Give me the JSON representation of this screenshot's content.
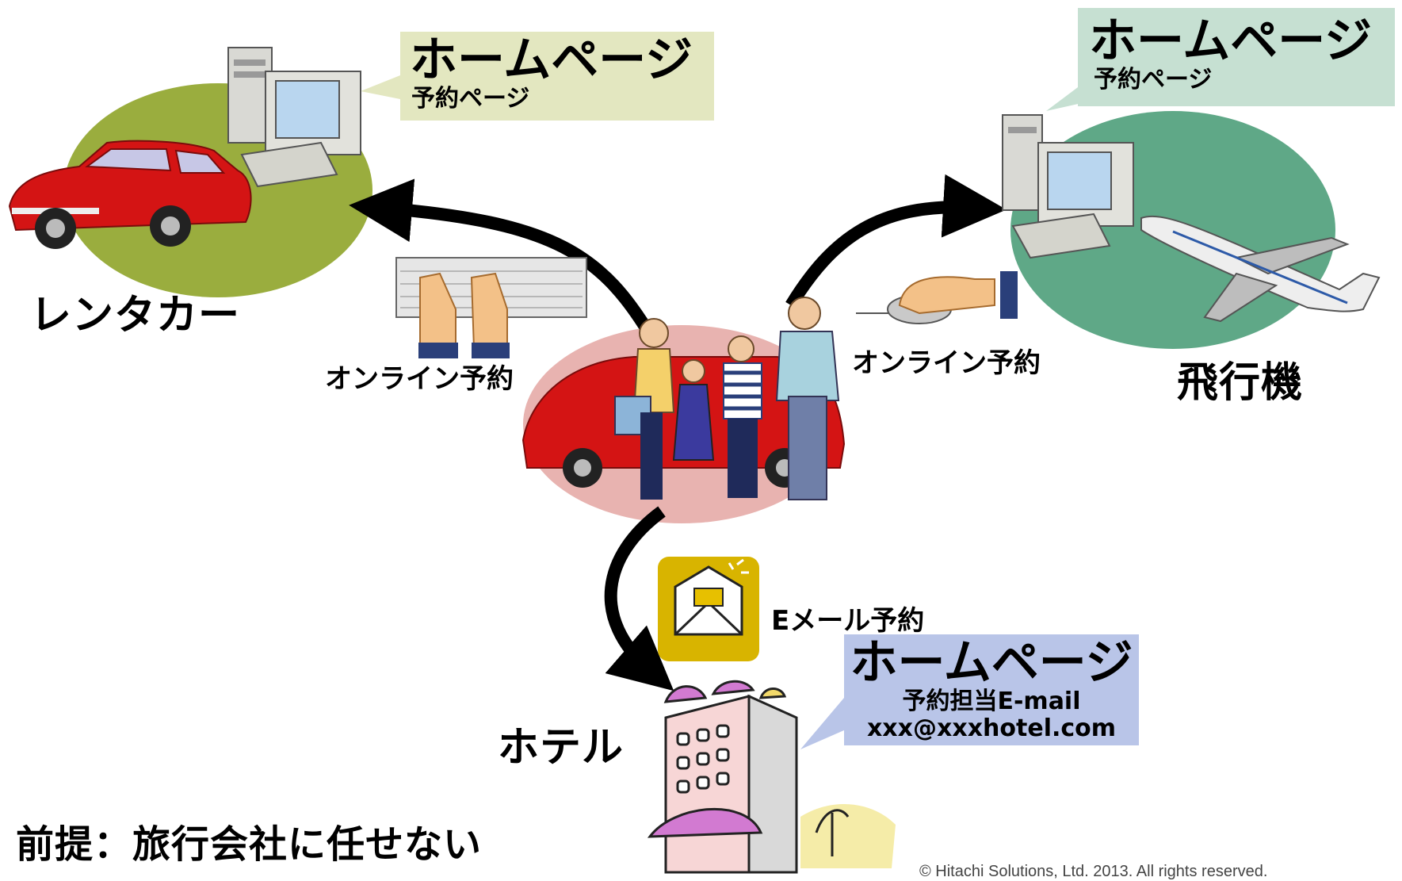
{
  "nodes": {
    "rental_car": {
      "label": "レンタカー",
      "homepage": {
        "title": "ホームページ",
        "subtitle": "予約ページ"
      }
    },
    "airplane": {
      "label": "飛行機",
      "homepage": {
        "title": "ホームページ",
        "subtitle": "予約ページ"
      }
    },
    "hotel": {
      "label": "ホテル",
      "homepage": {
        "title": "ホームページ",
        "line1": "予約担当E-mail",
        "line2": "xxx@xxxhotel.com"
      }
    }
  },
  "edges": {
    "to_rental_car": {
      "label": "オンライン予約"
    },
    "to_airplane": {
      "label": "オンライン予約"
    },
    "to_hotel": {
      "label": "Eメール予約"
    }
  },
  "premise": "前提：旅行会社に任せない",
  "copyright": "© Hitachi Solutions, Ltd. 2013. All rights reserved.",
  "colors": {
    "car_ellipse": "#9aad3e",
    "plane_ellipse": "#5fa887",
    "family_ellipse": "#e8b3b0",
    "arrow": "#000000",
    "car_red": "#d41414",
    "email_icon_bg": "#d8b400"
  }
}
